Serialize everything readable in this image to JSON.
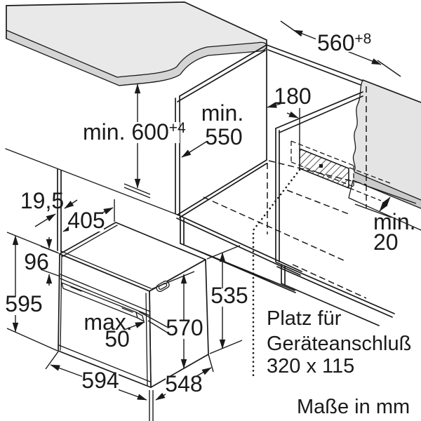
{
  "colors": {
    "line": "#1a1a1a",
    "countertop_top": "#e9e9e9",
    "countertop_edge": "#d5d5d5",
    "wall": "#e4e4e4",
    "wall_skirt": "#cbcbcb",
    "paper": "#ffffff"
  },
  "niche": {
    "height": "min. 600",
    "height_sup": "+4",
    "width": "560",
    "width_sup": "+8",
    "depth_line1": "min.",
    "depth_line2": "550",
    "socket_offset": "180",
    "wall_gap_line1": "min.",
    "wall_gap_line2": "20"
  },
  "oven": {
    "panel_thickness": "19,5",
    "top_depth": "405",
    "fascia_height": "96",
    "height": "595",
    "handle_line1": "max.",
    "handle_line2": "50",
    "front_height": "570",
    "body_depth": "535",
    "width": "594",
    "depth": "548"
  },
  "notes": {
    "connection_line1": "Platz für",
    "connection_line2": "Geräteanschluß",
    "connection_line3": "320 x 115",
    "units": "Maße in mm"
  }
}
